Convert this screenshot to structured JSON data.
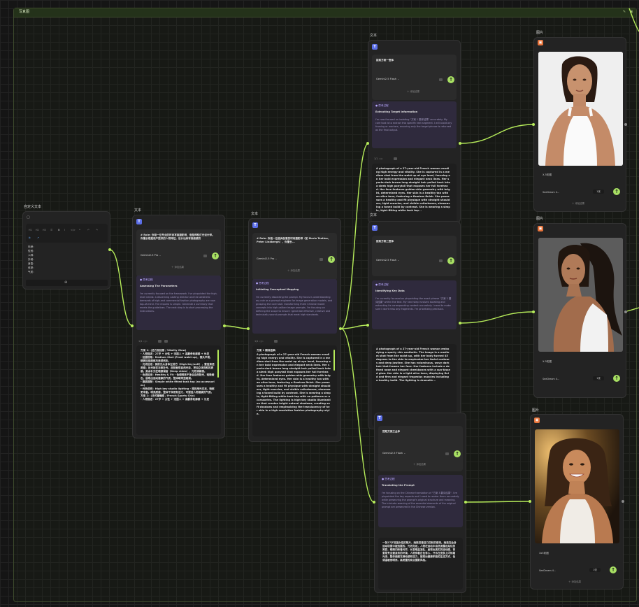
{
  "group": {
    "title": "写真图"
  },
  "custom_text": {
    "label": "自定义文本",
    "fields": [
      "年龄：",
      "性别：",
      "人种：",
      "外貌：",
      "身高：",
      "体型：",
      "气质："
    ]
  },
  "text_labels": {
    "t1": "文本",
    "t2": "文本",
    "t3": "文本",
    "t4": "文本"
  },
  "image_labels": {
    "i1": "图片",
    "i2": "图片",
    "i3": "图片"
  },
  "buttons": {
    "add_result": "＋ 添加结果"
  },
  "node1": {
    "prompt": "# Role:\n你是一位专业的时尚写真摄影师、造型师和灯光设计师。你擅长根据用户提供的人物特征，设计出具有高级感的",
    "model": "Gemini2.5 Pro",
    "think_title": "Assessing The Parameters",
    "think_body": "I'm currently focused on the framework. I've pinpointed the high-level needs: a discerning casting director and the aesthetic demands of high-end commercial fashion photography are now top-of-mind. The request is simple. Generate a summary that meets the guidelines. The next step is to start processing the instructions.",
    "result": "方案 1：(活力街拍感 / Vitality Glow)\n- 人物描述：27岁 + 女性 + 法国人 + 高颧骨轮廓感 + 长发\n- 拍摄视角：Medium Shot (Front waist up)，镜头平视，略微加强面部与肩颈线条。\n- 光线设定：侧前光从身体左前方（High Key/soft），营造清透质感；反光板在右侧补光，皮肤呈现自然光泽，更加立体饱和的质感。其余补光在暗部保留（Deep video），光效清新感。\n- 色调设定：Healthy & Fit - 色调明亮干净且自然阳光，轻微暖色，展现出运动健康的气质，整体略带些暖调。\n- 服装搭配：Simple white fitted tank top (no accessories)\n- 光效说明：High key studio lighting - 规则用光充足，暗部更丰富。明亮质感，整体干净而有活力，可塑造人物健康的气质。\n方案 2：(法式慵懒感 / French Sporty Chic)\n- 人物描述：27岁 + 女性 + 法国人 + 高颧骨轮廓感 + 长发"
  },
  "node2": {
    "prompt": "# Role:\n你是一位极具创意的时尚摄影师（如 Mario Testino, Peter Lindbergh），你擅长...",
    "model": "Gemini2.5 Pro",
    "think_title": "Initiating Conceptual Mapping",
    "think_body": "I'm currently dissecting the prompt. My focus is understanding my role as a prompt engineer for image generation models, and grasping the core task: transforming three Chinese model concepts into high-caliber image prompts. I'm focusing on defining the scope to ensure I generate effective, creative and technically sound prompts that meet high standards.",
    "result_head": "方案 1 翻译结果：",
    "result": "A photograph of a 27-year-old French woman exuding high energy and vitality. She is captured in a medium shot from the waist up at eye level, focusing on her bold expression and elegant neck lines. Her sports-dark brown long straight hair pulled back into a sleek high ponytail that exposes her full forehead. Her face features golden-skin geometry with bright, determined eyes. Her skin is a healthy tan with an olive tone, featuring a flawless finish. She possesses a healthy and fit physique with straight shoulders, tight muscles, and visible collarbones, showcasing a toned build by contrast. She is wearing a simple, tight-fitting white tank top with no patterns or accessories. The lighting is high-key studio illumination that creates bright natural shadows, creating soft shadows and emphasizing the translucency of her skin in a high-resolution fashion photography style."
  },
  "node3": {
    "title": "提取方案一整体",
    "model": "Gemini2.5 Flash",
    "think_title": "Extracting Target Information",
    "think_body": "I'm now focused on isolating \"方案 1 翻译结果\" accurately. My core task is to extract this specific text segment. I will avoid any framing or markers, ensuring only the target phrase is returned as the final output.",
    "result": "A photograph of a 27-year-old French woman exuding high energy and vitality. She is captured in a medium shot from the waist up at eye level, focusing on her bold expression and elegant neck lines. Her sports-dark brown long straight hair pulled back into a sleek high ponytail that exposes her full forehead. Her face features golden-skin geometry with bright, determined eyes. Her skin is a healthy tan with an olive tone, featuring a flawless finish. She possesses a healthy and fit physique with straight shoulders, tight muscles, and visible collarbones, showcasing a toned build by contrast. She is wearing a simple, tight-fitting white tank top..."
  },
  "node4": {
    "title": "提取方案二整体",
    "model": "Gemini2.5 Flash",
    "think_title": "Identifying Key Data",
    "think_body": "I'm currently focused on pinpointing the exact phrase \"方案 2 翻译结果\" within the text. My next step involves isolating and extracting its corresponding content accurately. I need to make sure I don't miss any fragments. I'm prioritizing precision.",
    "result": "A photograph of a 27-year-old French woman embodying a sporty chic aesthetic. The image is a medium shot from the waist up, with her body turned 45 degrees to the side to emphasize her facial contours and deep jawline. She has voluminous, wavy dark hair that frames her face. Her features include a defined nose and elegant cheekbones with a sun-kissed glow. Her skin is a light olive tone, displaying fluid and firm and elegant trapezius muscles including a healthy build. The lighting is dramatic..."
  },
  "node5": {
    "title": "提取方案三全体",
    "model": "Gemini2.5 Flash",
    "think_title": "Translating the Prompt",
    "think_body": "I'm focusing on the Chinese translation of \"方案 3 翻译结果\". I've pinpointed the key aspects and I need to render them accurately while preserving the prompt's original structure and meaning. The intricate weaving of the essential elements of the original prompt are preserved in the Chinese version.",
    "result": "一张27岁法国女性的照片，她散发着活力四射的感觉。她是在全身运动场景中被拍摄的，光线充足，人物在运动中自然流露出灿烂的笑容，眼睛闪烁着光芒，长发略显凌乱，呈现出真实的运动感，背景是专业健身房的环境，人物穿着白色背心，汗水在皮肤上闪烁着光泽，整体画面充满动感和活力，展现出健康积极的生活方式，色调温暖而明亮，高质量的商业摄影风格。"
  },
  "images": [
    {
      "caption": "X-5彩图",
      "model": "SeeDream 4...",
      "count": "1张"
    },
    {
      "caption": "X-5彩图",
      "model": "SeeDream 4...",
      "count": "1张"
    },
    {
      "caption": "3x5彩图",
      "model": "SeeDream 4...",
      "count": "1张"
    }
  ],
  "colors": {
    "accent": "#b6ec5a",
    "text_badge": "#5b6ee8",
    "image_badge": "#e8743b",
    "think_bg": "#2f2a3d"
  }
}
